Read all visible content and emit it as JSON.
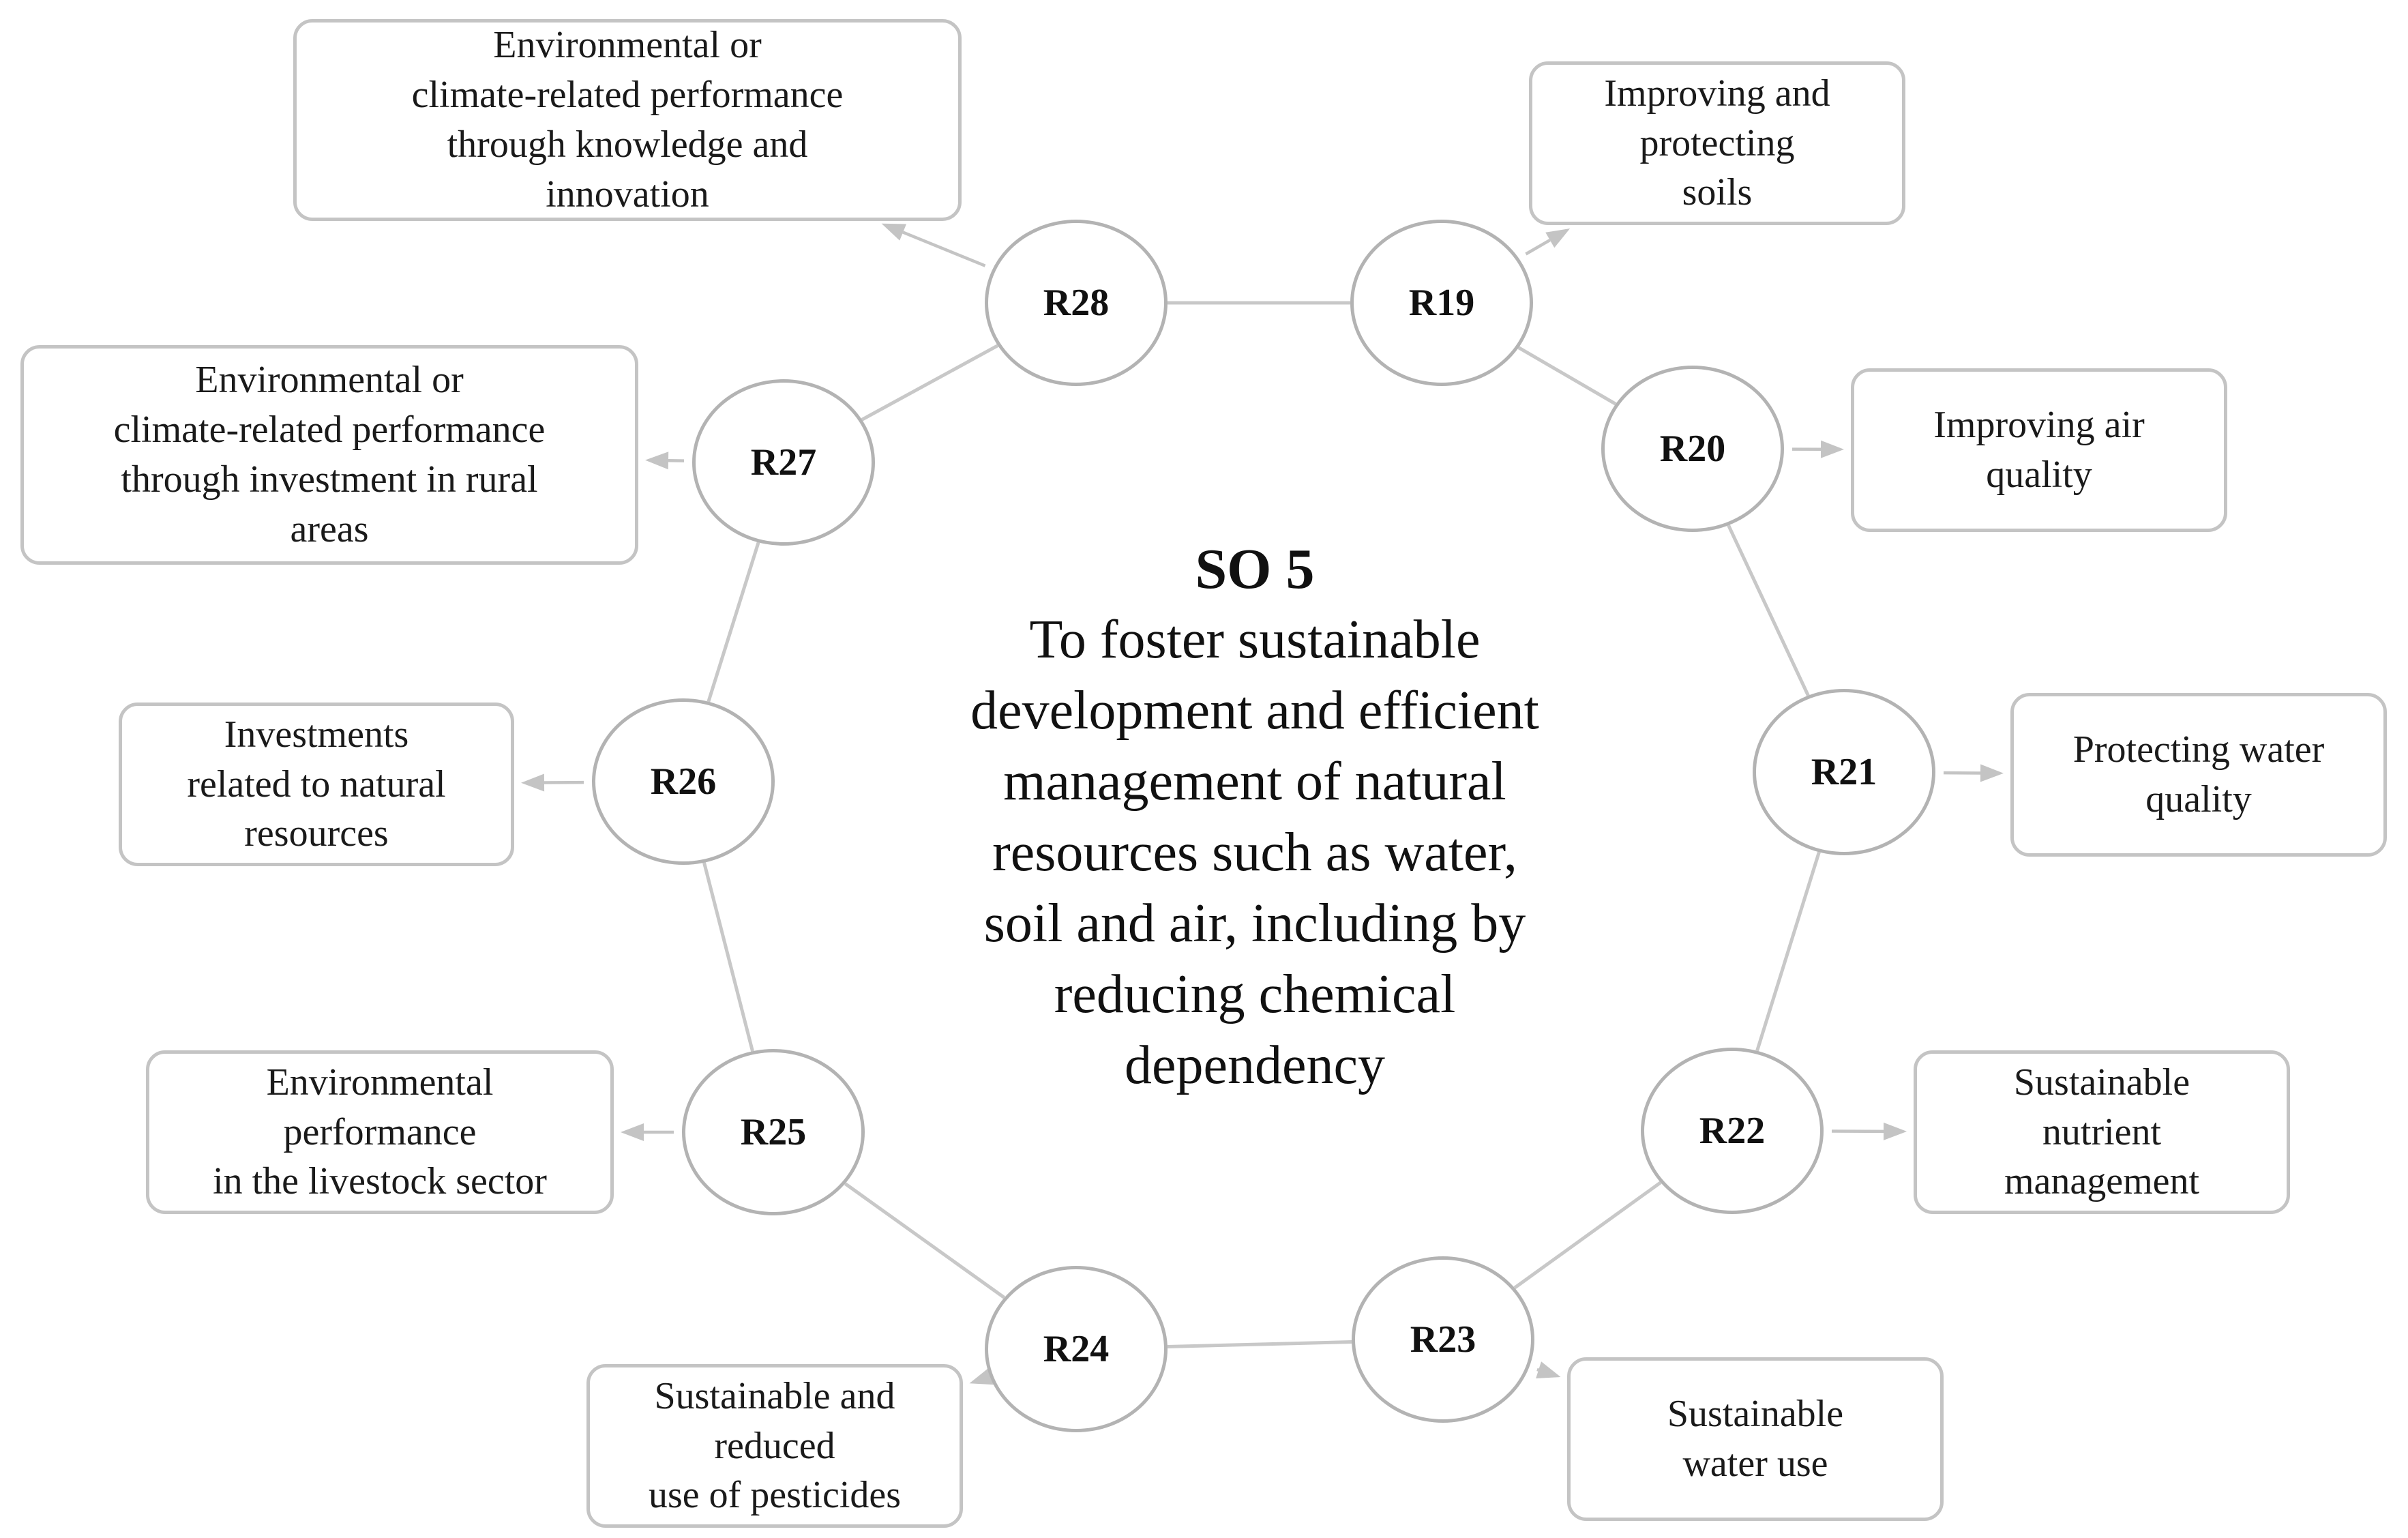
{
  "center": {
    "title": "SO 5",
    "text": "To foster sustainable\ndevelopment and efficient\nmanagement of natural\nresources such as water,\nsoil and air, including by\nreducing chemical\ndependency"
  },
  "nodes": [
    {
      "id": "R19",
      "label": "R19"
    },
    {
      "id": "R20",
      "label": "R20"
    },
    {
      "id": "R21",
      "label": "R21"
    },
    {
      "id": "R22",
      "label": "R22"
    },
    {
      "id": "R23",
      "label": "R23"
    },
    {
      "id": "R24",
      "label": "R24"
    },
    {
      "id": "R25",
      "label": "R25"
    },
    {
      "id": "R26",
      "label": "R26"
    },
    {
      "id": "R27",
      "label": "R27"
    },
    {
      "id": "R28",
      "label": "R28"
    }
  ],
  "descriptions": [
    {
      "node": "R19",
      "text": "Improving and\nprotecting\nsoils"
    },
    {
      "node": "R20",
      "text": "Improving air\nquality"
    },
    {
      "node": "R21",
      "text": "Protecting water\nquality"
    },
    {
      "node": "R22",
      "text": "Sustainable\nnutrient\nmanagement"
    },
    {
      "node": "R23",
      "text": "Sustainable\nwater use"
    },
    {
      "node": "R24",
      "text": "Sustainable and\nreduced\nuse of pesticides"
    },
    {
      "node": "R25",
      "text": "Environmental\nperformance\nin the livestock sector"
    },
    {
      "node": "R26",
      "text": "Investments\nrelated to natural\nresources"
    },
    {
      "node": "R27",
      "text": "Environmental or\nclimate-related performance\nthrough investment in rural\nareas"
    },
    {
      "node": "R28",
      "text": "Environmental or\nclimate-related performance\nthrough knowledge and\ninnovation"
    }
  ],
  "colors": {
    "node_border": "#b3b3b3",
    "box_border": "#c4c4c4",
    "connector": "#c8c8c8",
    "text": "#111111"
  }
}
